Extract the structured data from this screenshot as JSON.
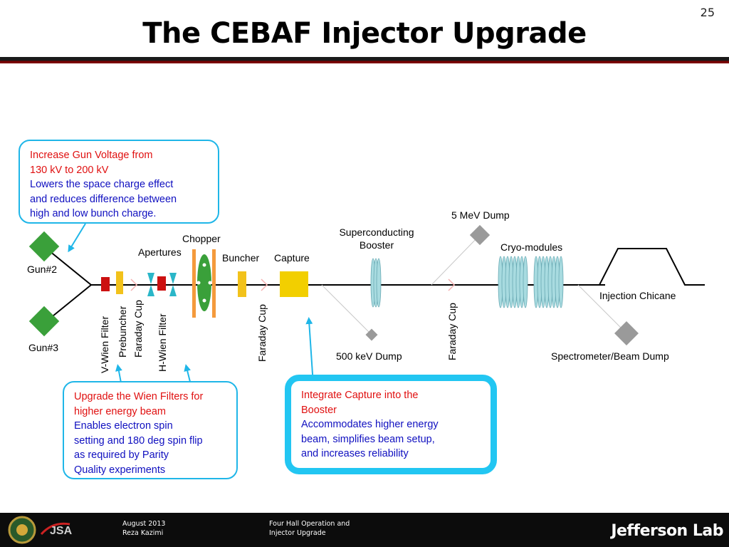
{
  "slide": {
    "number": "25",
    "title": "The CEBAF Injector Upgrade"
  },
  "diagram": {
    "labels": {
      "gun2": "Gun#2",
      "gun3": "Gun#3",
      "v_wien": "V-Wien Filter",
      "prebuncher": "Prebuncher",
      "faraday_cup_1": "Faraday Cup",
      "apertures": "Apertures",
      "h_wien": "H-Wien Filter",
      "chopper": "Chopper",
      "buncher": "Buncher",
      "faraday_cup_2": "Faraday Cup",
      "capture": "Capture",
      "dump_500kev": "500 keV Dump",
      "booster_line1": "Superconducting",
      "booster_line2": "Booster",
      "faraday_cup_3": "Faraday Cup",
      "dump_5mev": "5 MeV Dump",
      "cryomodules": "Cryo-modules",
      "chicane": "Injection Chicane",
      "spectrometer": "Spectrometer/Beam Dump"
    },
    "colors": {
      "gun": "#3aa03a",
      "wien": "#cc1111",
      "prebuncher": "#f2c21b",
      "aperture": "#2ab6c8",
      "chopper_bar": "#f49a3c",
      "capture": "#f2cf00",
      "cavity": "#a8dbe0",
      "dump": "#9a9a9a",
      "callout_border": "#1fb6e8"
    }
  },
  "callouts": {
    "gun": {
      "red": [
        "Increase Gun Voltage from",
        "130 kV to 200 kV"
      ],
      "blue": [
        "Lowers the space charge effect",
        "and reduces difference between",
        "high and low bunch charge."
      ]
    },
    "wien": {
      "red": [
        "Upgrade the Wien Filters for",
        "higher energy beam"
      ],
      "blue": [
        "Enables electron spin",
        "setting and 180 deg spin flip",
        "as required by Parity",
        "Quality experiments"
      ]
    },
    "capture": {
      "red": [
        "Integrate Capture into the",
        "Booster"
      ],
      "blue": [
        "Accommodates higher energy",
        "beam, simplifies beam setup,",
        "and increases reliability"
      ]
    }
  },
  "footer": {
    "date": "August 2013",
    "author": "Reza Kazimi",
    "talk_line1": "Four Hall Operation and",
    "talk_line2": "Injector Upgrade",
    "logo_text": "Jefferson Lab",
    "jsa_text": "JSA"
  }
}
